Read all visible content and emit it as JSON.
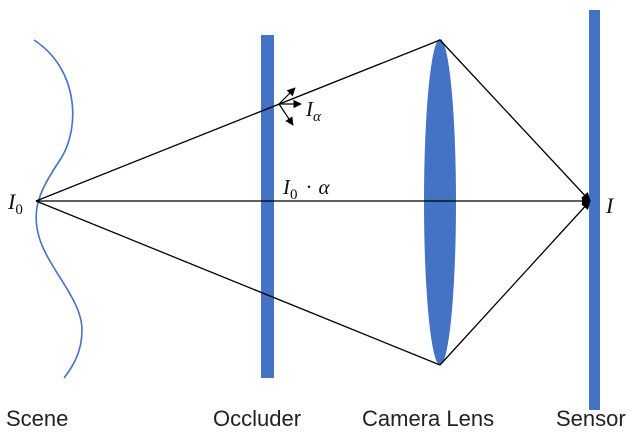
{
  "labels": {
    "scene": "Scene",
    "occluder": "Occluder",
    "lens": "Camera Lens",
    "sensor": "Sensor"
  },
  "math": {
    "source_symbol": "I",
    "source_subscript": "0",
    "scatter_symbol": "I",
    "scatter_subscript": "α",
    "transmitted_symbol": "I",
    "transmitted_subscript": "0",
    "transmitted_operator": "·",
    "transmitted_factor": "α",
    "sensor_symbol": "I"
  },
  "colors": {
    "element_fill": "#4472C4",
    "scene_curve": "#4472C4",
    "rays": "#000000",
    "text": "#222222"
  }
}
